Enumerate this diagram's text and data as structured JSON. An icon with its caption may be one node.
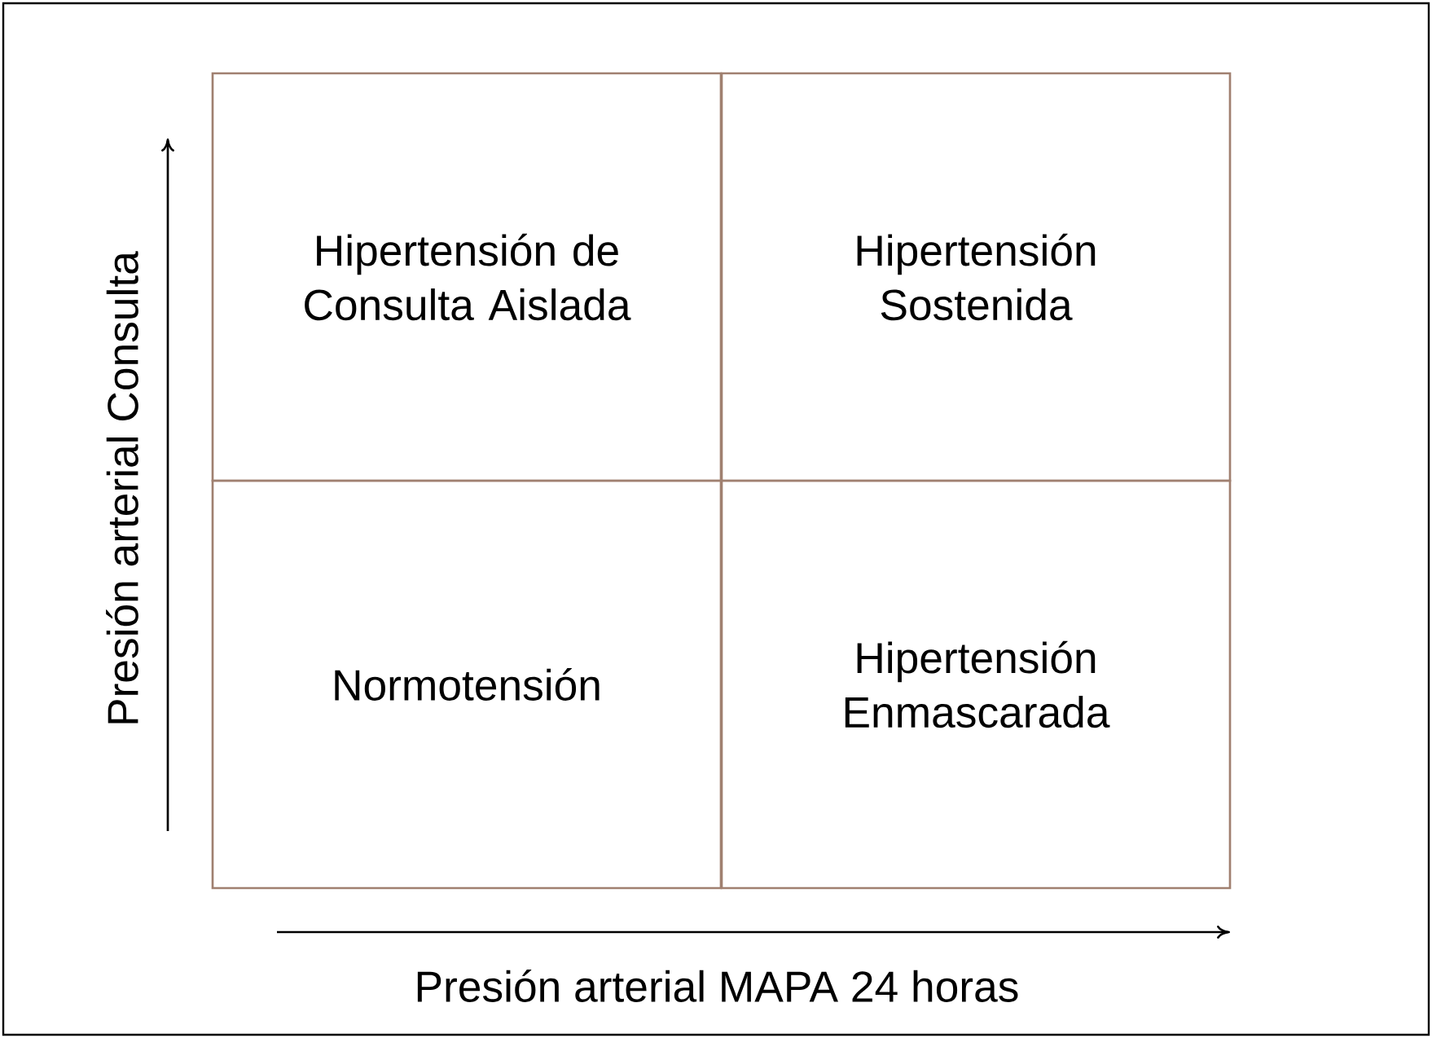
{
  "diagram": {
    "nodes": [
      {
        "text": [
          "Hipertensión de Consulta Aislada"
        ]
      },
      {
        "text": [
          "Hipertensión Sostenida"
        ]
      },
      {
        "text": [
          "Normotensión"
        ]
      },
      {
        "text": [
          "Hipertensión Enmascarada"
        ]
      }
    ],
    "labels": [
      "Presión arterial Consulta",
      "Presión arterial MAPA 24 horas"
    ]
  }
}
